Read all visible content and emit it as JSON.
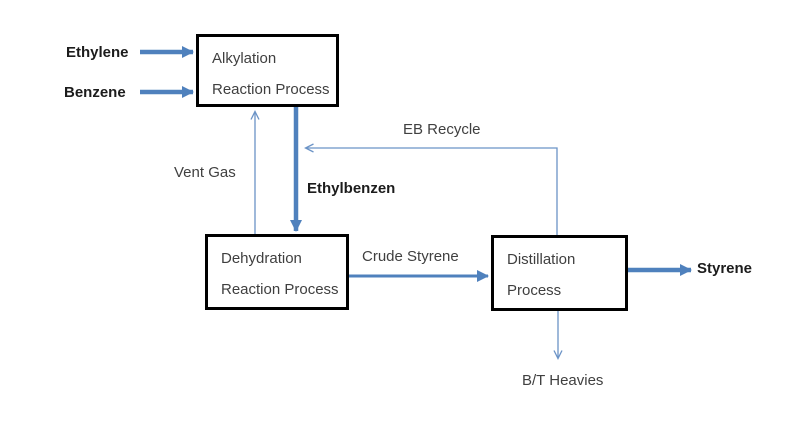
{
  "diagram": {
    "type": "process-flow",
    "colors": {
      "accent": "#4f81bd",
      "accent-thin": "#6b93c6",
      "box-border": "#000000",
      "box-text": "#3f3f3f",
      "label-text": "#404040",
      "bold-text": "#1c1c1c"
    },
    "nodes": [
      {
        "id": "alkylation",
        "lines": [
          "Alkylation",
          "Reaction Process"
        ]
      },
      {
        "id": "dehydration",
        "lines": [
          "Dehydration",
          "Reaction Process"
        ]
      },
      {
        "id": "distillation",
        "lines": [
          "Distillation",
          "Process"
        ]
      }
    ],
    "streams": {
      "ethylene": "Ethylene",
      "benzene": "Benzene",
      "vent_gas": "Vent Gas",
      "ethylbenzen": "Ethylbenzen",
      "eb_recycle": "EB Recycle",
      "crude_styrene": "Crude Styrene",
      "styrene": "Styrene",
      "bt_heavies": "B/T Heavies"
    }
  }
}
